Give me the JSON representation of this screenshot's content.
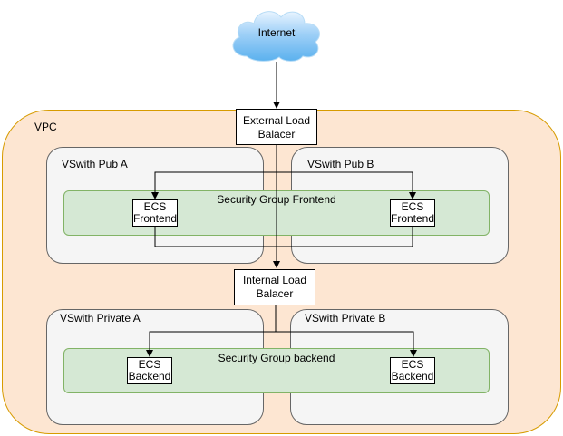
{
  "internet": {
    "label": "Internet"
  },
  "vpc": {
    "label": "VPC"
  },
  "external_lb": {
    "line1": "External Load",
    "line2": "Balacer"
  },
  "internal_lb": {
    "line1": "Internal Load",
    "line2": "Balacer"
  },
  "vswitches": {
    "pub_a": "VSwith Pub A",
    "pub_b": "VSwith Pub B",
    "private_a": "VSwith Private A",
    "private_b": "VSwith Private B"
  },
  "security_groups": {
    "frontend": "Security Group Frontend",
    "backend": "Security Group backend"
  },
  "ecs": {
    "frontend_a": {
      "line1": "ECS",
      "line2": "Frontend"
    },
    "frontend_b": {
      "line1": "ECS",
      "line2": "Frontend"
    },
    "backend_a": {
      "line1": "ECS",
      "line2": "Backend"
    },
    "backend_b": {
      "line1": "ECS",
      "line2": "Backend"
    }
  },
  "colors": {
    "vpc_fill": "#fde6d2",
    "vpc_stroke": "#d79b00",
    "vswitch_fill": "#f5f5f5",
    "vswitch_stroke": "#666666",
    "sg_fill": "#d5e8d4",
    "sg_stroke": "#82b366",
    "box_fill": "#ffffff",
    "line": "#000000"
  }
}
